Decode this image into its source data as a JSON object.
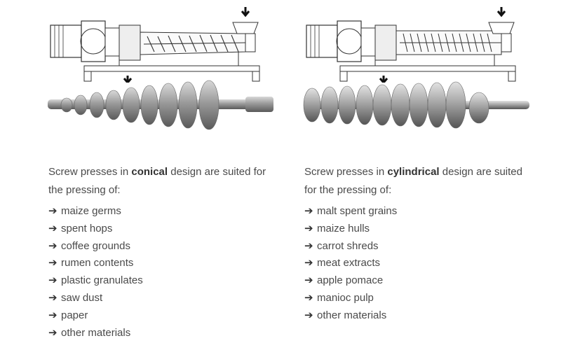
{
  "icons": {
    "arrow": "➔"
  },
  "conical": {
    "intro_pre": "Screw presses in ",
    "intro_bold": "conical",
    "intro_post": " design are suited for the pressing of:",
    "items": [
      "maize germs",
      "spent hops",
      "coffee grounds",
      "rumen contents",
      "plastic granulates",
      "saw dust",
      "paper",
      "other materials"
    ]
  },
  "cylindrical": {
    "intro_pre": "Screw presses in ",
    "intro_bold": "cylindrical",
    "intro_post": " design are suited for the pressing of:",
    "items": [
      "malt spent grains",
      "maize hulls",
      "carrot shreds",
      "meat extracts",
      "apple pomace",
      "manioc pulp",
      "other materials"
    ]
  }
}
